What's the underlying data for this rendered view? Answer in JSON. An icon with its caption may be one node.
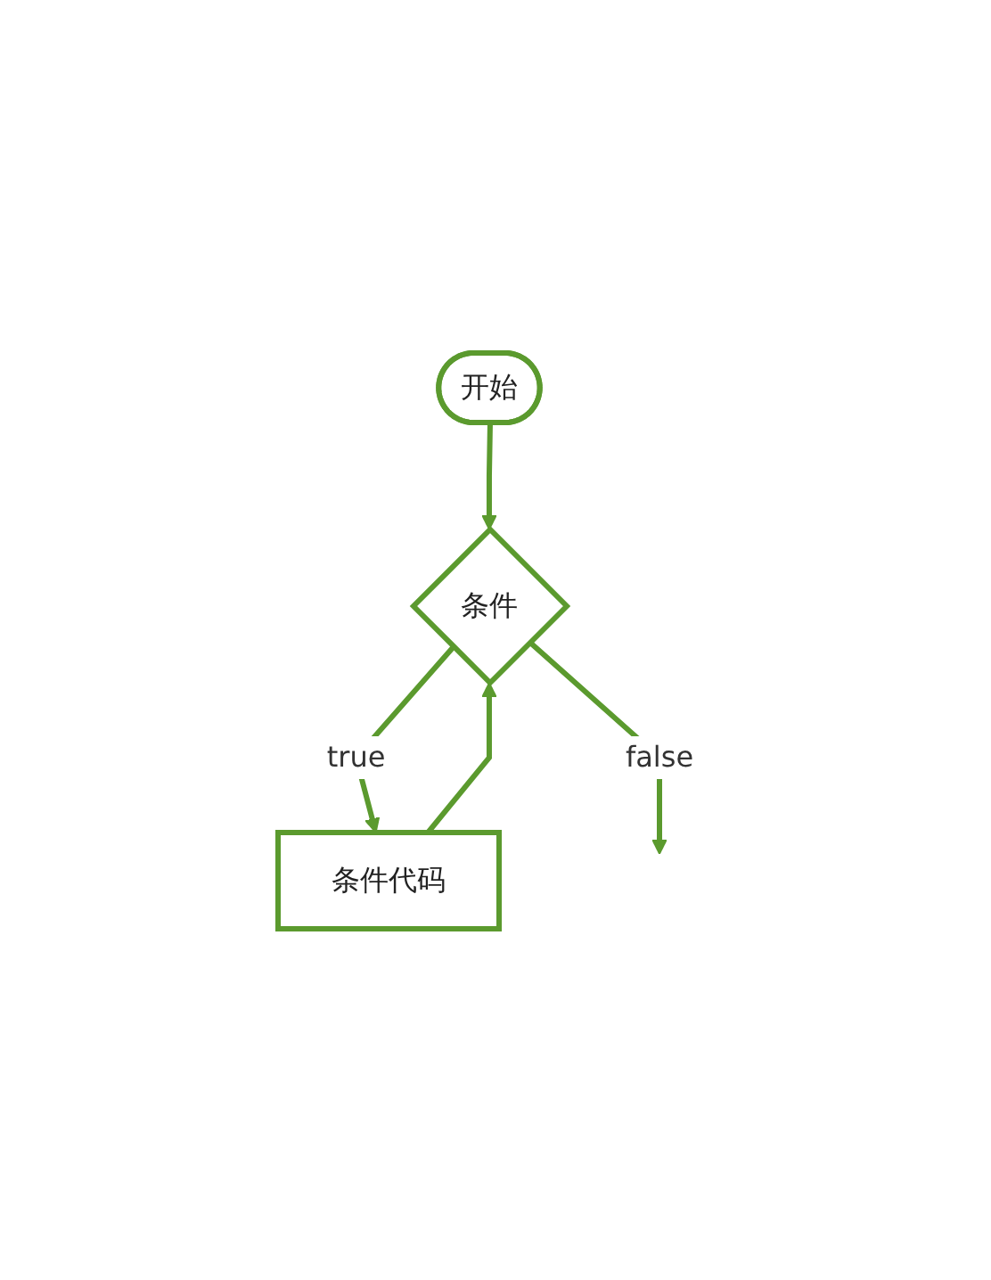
{
  "diagram": {
    "nodes": [
      {
        "text": [
          "开始"
        ]
      },
      {
        "text": [
          "条件代码"
        ]
      },
      {
        "text": [
          "条件"
        ]
      }
    ],
    "edges": [
      {
        "from": 0,
        "to": 2,
        "arrow": "to"
      },
      {
        "from": 2,
        "to": 1,
        "label": "true",
        "arrow": "to"
      },
      {
        "from": 1,
        "to": 2,
        "arrow": "to"
      },
      {
        "from": 2,
        "to": null,
        "label": "false",
        "arrow": "to"
      }
    ]
  }
}
